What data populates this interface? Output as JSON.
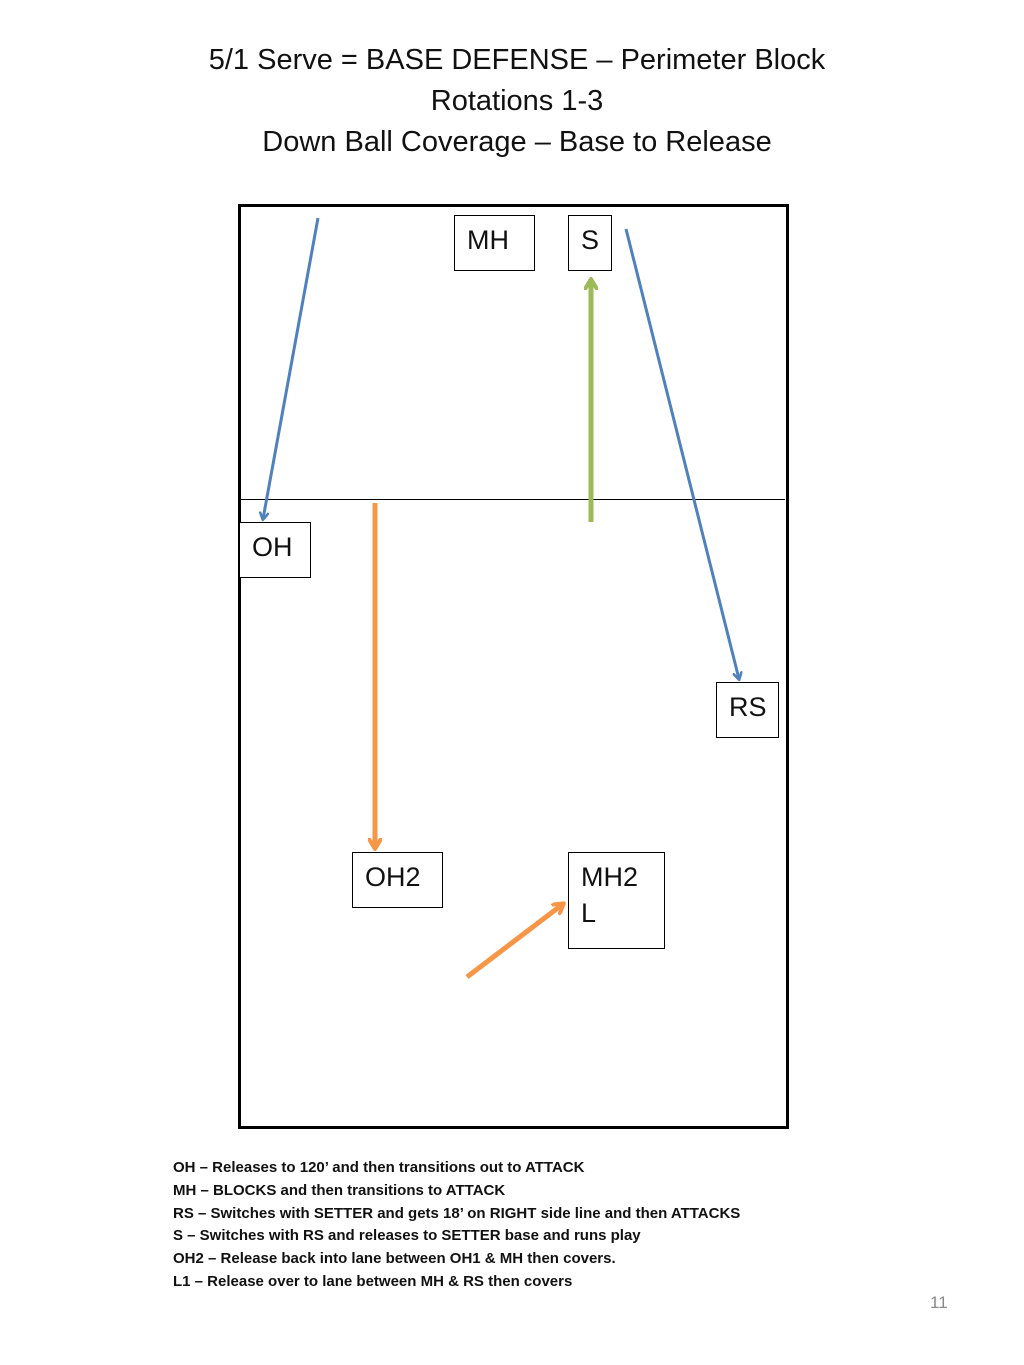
{
  "title": {
    "line1": "5/1 Serve = BASE DEFENSE – Perimeter Block",
    "line2": "Rotations 1-3",
    "line3": "Down Ball Coverage – Base to Release"
  },
  "players": {
    "mh": "MH",
    "s": "S",
    "oh": "OH",
    "rs": "RS",
    "oh2": "OH2",
    "mh2_line1": "MH2",
    "mh2_line2": "L"
  },
  "colors": {
    "blue_arrow": "#4f81bd",
    "green_arrow": "#9bbb59",
    "orange_arrow": "#f79646"
  },
  "notes": [
    "OH – Releases to 120’ and then transitions out to ATTACK",
    "MH – BLOCKS and then transitions to ATTACK",
    "RS – Switches with SETTER and gets 18’ on RIGHT side line and then ATTACKS",
    "S – Switches with RS and releases to SETTER base and runs play",
    "OH2 – Release back into lane between OH1 & MH then covers.",
    "L1 – Release over to lane between MH & RS then covers"
  ],
  "page_number": "11"
}
